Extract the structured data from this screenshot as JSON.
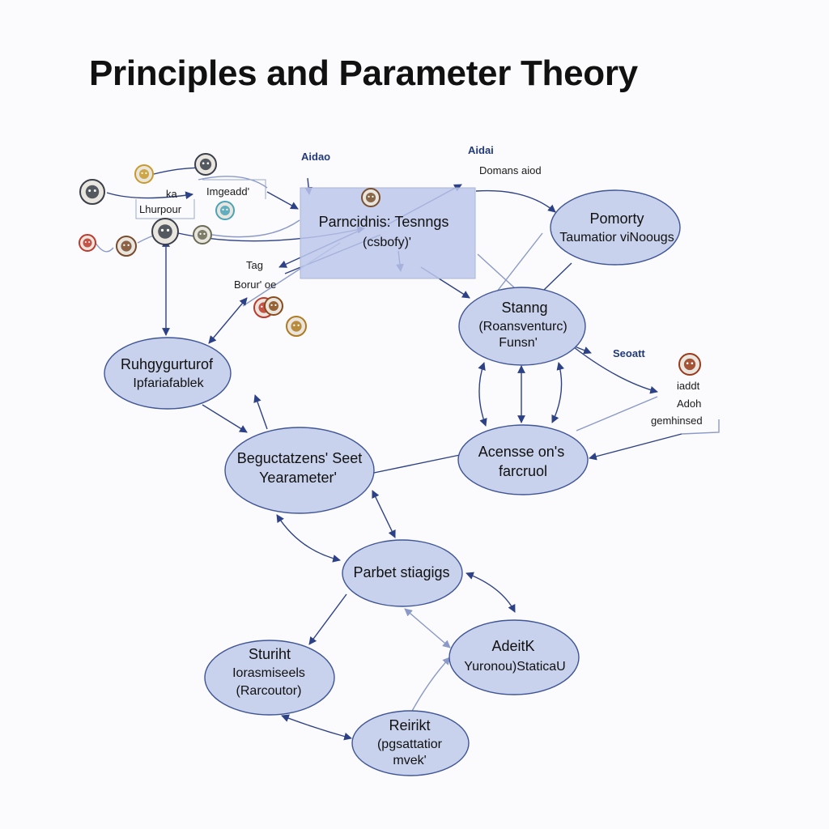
{
  "title": "Principles and Parameter Theory",
  "colors": {
    "node_fill": "#c9d2ec",
    "node_stroke": "#3f5596",
    "arrow": "#2d4186",
    "arrow_light": "#9aa8cf",
    "box_fill": "#bcc7ea"
  },
  "labels": {
    "aidao_left": "Aidao",
    "aidao_right": "Aidai",
    "domains_label": "Domans aiod",
    "ka": "ka",
    "lhurpour": "Lhurpour",
    "imgeadd": "Imgeadd'",
    "tag": "Tag",
    "boruroe": "Borur' oe",
    "seatt": "Seoatt",
    "adoh_small": "iaddt",
    "adoh": "Adoh",
    "gemhinsed": "gemhinsed"
  },
  "box": {
    "line1": "Parncidnis: Tesnngs",
    "line2": "(csbofy)'"
  },
  "nodes": {
    "pomorty": {
      "line1": "Pomorty",
      "line2": "Taumatior viNoougs"
    },
    "stanng": {
      "line1": "Stanng",
      "line2": "(Roansventurc)",
      "line3": "Funsn'"
    },
    "ruhgy": {
      "line1": "Ruhgygurturof",
      "line2": "Ipfariafablek"
    },
    "beguct": {
      "line1": "Beguctatzens' Seet",
      "line2": "Yearameter'"
    },
    "acensse": {
      "line1": "Acensse on's",
      "line2": "farcruol"
    },
    "parbet": {
      "line1": "Parbet stiagigs"
    },
    "adeitk": {
      "line1": "AdeitK",
      "line2": "Yuronou)StaticaU"
    },
    "sturiht": {
      "line1": "Sturiht",
      "line2": "Iorasmiseels",
      "line3": "(Rarcoutor)"
    },
    "reirikt": {
      "line1": "Reirikt",
      "line2": "(pgsattatior",
      "line3": "mvek'"
    }
  },
  "icons": {
    "face_icons": [
      {
        "id": "face-1",
        "color": "#c99a2a"
      },
      {
        "id": "face-2",
        "color": "#3a3f4a"
      },
      {
        "id": "face-3",
        "color": "#3a3f4a"
      },
      {
        "id": "face-4",
        "color": "#4aa3b8"
      },
      {
        "id": "face-5",
        "color": "#c0392b"
      },
      {
        "id": "face-6",
        "color": "#7a4a2a"
      },
      {
        "id": "face-7",
        "color": "#3a3f4a"
      },
      {
        "id": "face-8",
        "color": "#6a6a55"
      },
      {
        "id": "face-9",
        "color": "#c0392b"
      },
      {
        "id": "face-10",
        "color": "#b07a20"
      },
      {
        "id": "face-11",
        "color": "#8a4a1a"
      },
      {
        "id": "face-12",
        "color": "#9a3a1a"
      },
      {
        "id": "face-13",
        "color": "#7a5030"
      }
    ]
  }
}
